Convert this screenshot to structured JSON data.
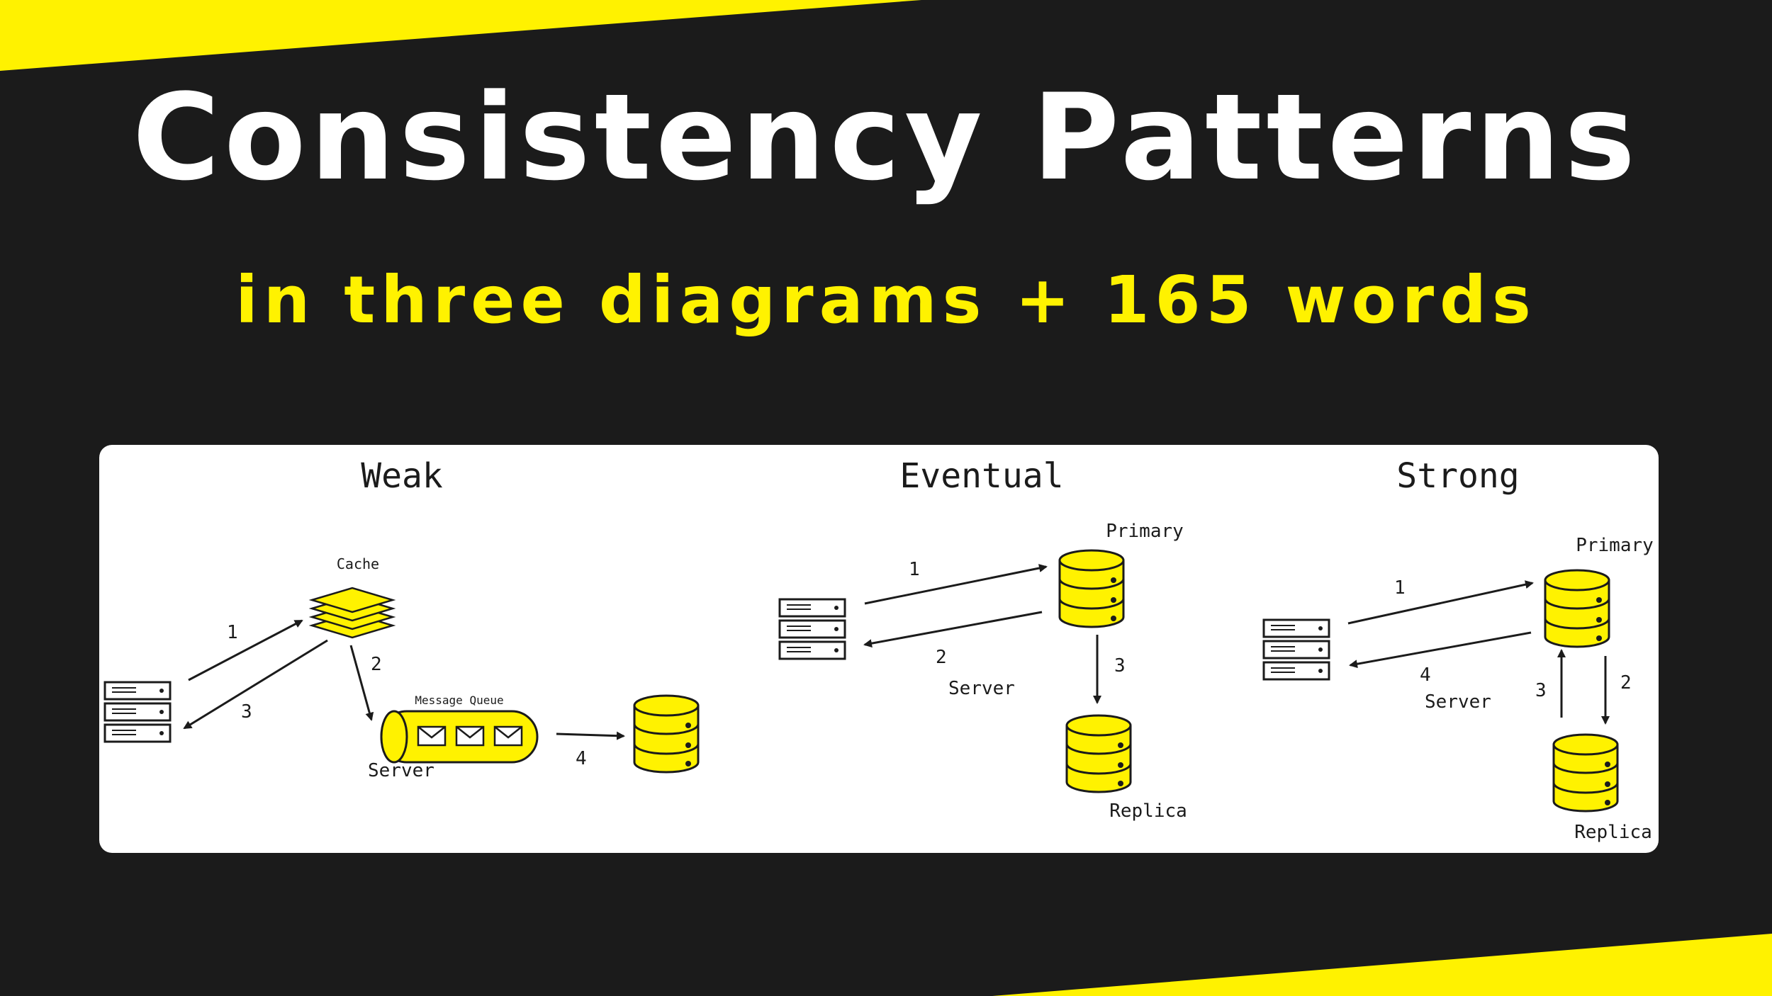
{
  "header": {
    "title": "Consistency Patterns",
    "subtitle": "in three diagrams + 165 words"
  },
  "colors": {
    "background": "#1b1b1b",
    "accent": "#fff200",
    "title": "#ffffff",
    "panel": "#ffffff"
  },
  "diagrams": {
    "weak": {
      "heading": "Weak",
      "cache_label": "Cache",
      "queue_label": "Message Queue",
      "server_label": "Server",
      "steps": [
        "1",
        "2",
        "3",
        "4"
      ]
    },
    "eventual": {
      "heading": "Eventual",
      "primary_label": "Primary",
      "replica_label": "Replica",
      "server_label": "Server",
      "steps": [
        "1",
        "2",
        "3"
      ]
    },
    "strong": {
      "heading": "Strong",
      "primary_label": "Primary",
      "replica_label": "Replica",
      "server_label": "Server",
      "steps": [
        "1",
        "2",
        "3",
        "4"
      ]
    }
  },
  "icons": [
    "server-icon",
    "cache-icon",
    "message-queue-icon",
    "envelope-icon",
    "database-icon",
    "arrow-icon"
  ]
}
